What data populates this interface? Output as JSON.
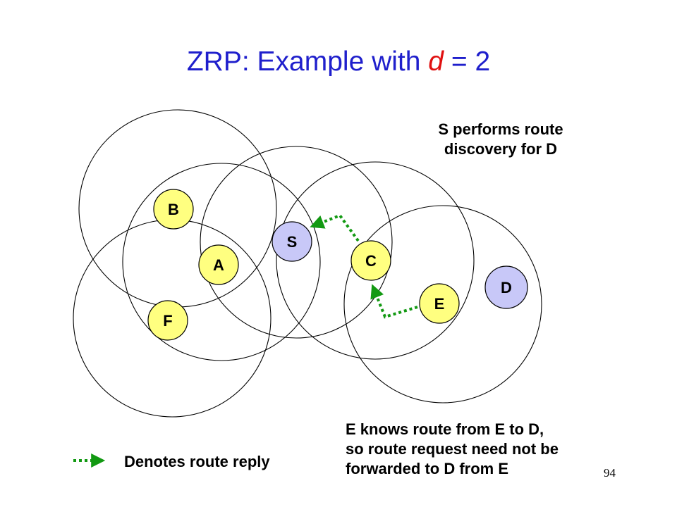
{
  "title": {
    "text": "ZRP: Example with ",
    "variable": "d",
    "suffix": " = 2"
  },
  "caption_top": [
    "S performs route",
    "discovery for D"
  ],
  "caption_bottom": [
    "E knows route from E to D,",
    "so route request need not be",
    "forwarded to D from E"
  ],
  "legend": {
    "label": "Denotes route reply"
  },
  "page_number": "94",
  "nodes": [
    {
      "id": "B",
      "label": "B",
      "color": "#ffff80"
    },
    {
      "id": "A",
      "label": "A",
      "color": "#ffff80"
    },
    {
      "id": "F",
      "label": "F",
      "color": "#ffff80"
    },
    {
      "id": "S",
      "label": "S",
      "color": "#c8c8f8"
    },
    {
      "id": "C",
      "label": "C",
      "color": "#ffff80"
    },
    {
      "id": "E",
      "label": "E",
      "color": "#ffff80"
    },
    {
      "id": "D",
      "label": "D",
      "color": "#c8c8f8"
    }
  ],
  "zones": [
    {
      "center": "B"
    },
    {
      "center": "A"
    },
    {
      "center": "F"
    },
    {
      "center": "S"
    },
    {
      "center": "C"
    },
    {
      "center": "E"
    }
  ],
  "route_reply_path": [
    "E",
    "C",
    "S"
  ],
  "colors": {
    "title": "#1f1fcc",
    "variable": "#e01010",
    "route_reply": "#129912"
  }
}
